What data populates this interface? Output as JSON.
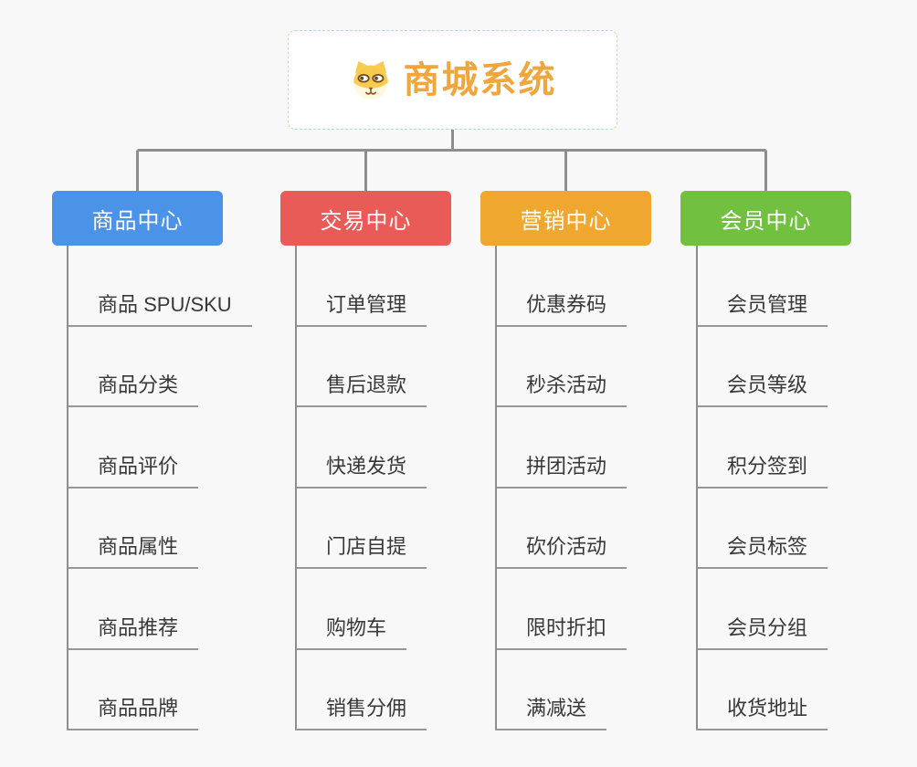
{
  "root": {
    "title": "商城系统",
    "icon": "dog-face-icon"
  },
  "branches": [
    {
      "label": "商品中心",
      "color": "#4B93E7",
      "items": [
        "商品 SPU/SKU",
        "商品分类",
        "商品评价",
        "商品属性",
        "商品推荐",
        "商品品牌"
      ]
    },
    {
      "label": "交易中心",
      "color": "#E95B56",
      "items": [
        "订单管理",
        "售后退款",
        "快递发货",
        "门店自提",
        "购物车",
        "销售分佣"
      ]
    },
    {
      "label": "营销中心",
      "color": "#EFA72F",
      "items": [
        "优惠券码",
        "秒杀活动",
        "拼团活动",
        "砍价活动",
        "限时折扣",
        "满减送"
      ]
    },
    {
      "label": "会员中心",
      "color": "#71C040",
      "items": [
        "会员管理",
        "会员等级",
        "积分签到",
        "会员标签",
        "会员分组",
        "收货地址"
      ]
    }
  ],
  "colors": {
    "background": "#F8F8F8",
    "connector": "#8E8E8E",
    "underline": "#979797",
    "root_text": "#F0A63C",
    "root_border": "#F2CB85",
    "leaf_text": "#383838"
  }
}
